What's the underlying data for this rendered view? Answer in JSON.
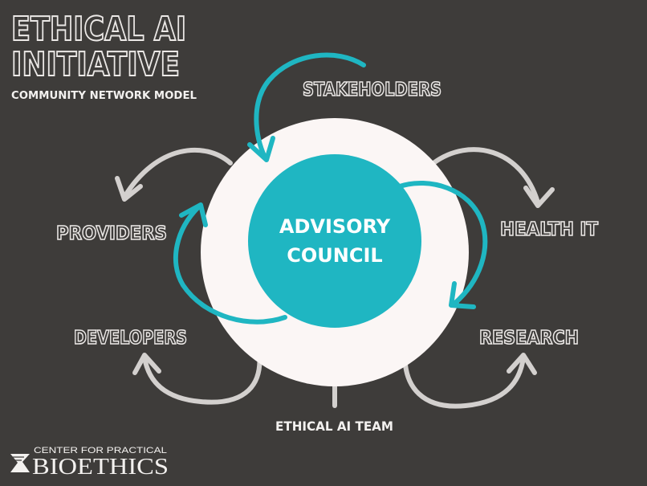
{
  "title": {
    "line1": "ETHICAL AI",
    "line2": "INITIATIVE",
    "subtitle": "COMMUNITY NETWORK MODEL"
  },
  "center": {
    "line1": "ADVISORY",
    "line2": "COUNCIL"
  },
  "nodes": {
    "stakeholders": "STAKEHOLDERS",
    "providers": "PROVIDERS",
    "health_it": "HEALTH IT",
    "developers": "DEVELOPERS",
    "research": "RESEARCH",
    "team": "ETHICAL AI TEAM"
  },
  "logo": {
    "top_line": "CENTER FOR PRACTICAL",
    "bottom_line": "BIOETHICS"
  },
  "colors": {
    "background": "#3e3c3a",
    "accent": "#1fb6c2",
    "ring": "#fbf6f5",
    "arrow_gray": "#d3d0ce"
  }
}
